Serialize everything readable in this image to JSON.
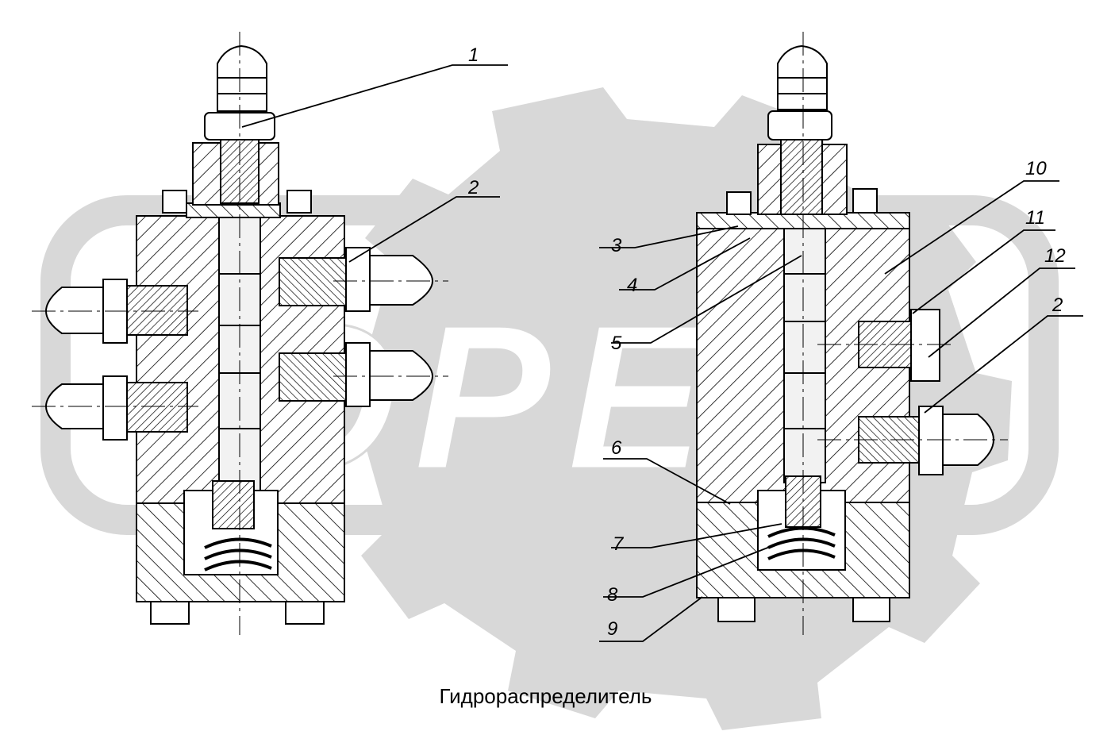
{
  "caption": "Гидрораспределитель",
  "callouts": [
    {
      "id": "1",
      "text": "1"
    },
    {
      "id": "2a",
      "text": "2"
    },
    {
      "id": "3",
      "text": "3"
    },
    {
      "id": "4",
      "text": "4"
    },
    {
      "id": "5",
      "text": "5"
    },
    {
      "id": "6",
      "text": "6"
    },
    {
      "id": "7",
      "text": "7"
    },
    {
      "id": "8",
      "text": "8"
    },
    {
      "id": "9",
      "text": "9"
    },
    {
      "id": "10",
      "text": "10"
    },
    {
      "id": "11",
      "text": "11"
    },
    {
      "id": "12",
      "text": "12"
    },
    {
      "id": "2b",
      "text": "2"
    }
  ],
  "watermark": "OPEX",
  "colors": {
    "background": "#ffffff",
    "line": "#000000",
    "watermark": "#d4d4d4",
    "bore": "#f2f2f2"
  }
}
